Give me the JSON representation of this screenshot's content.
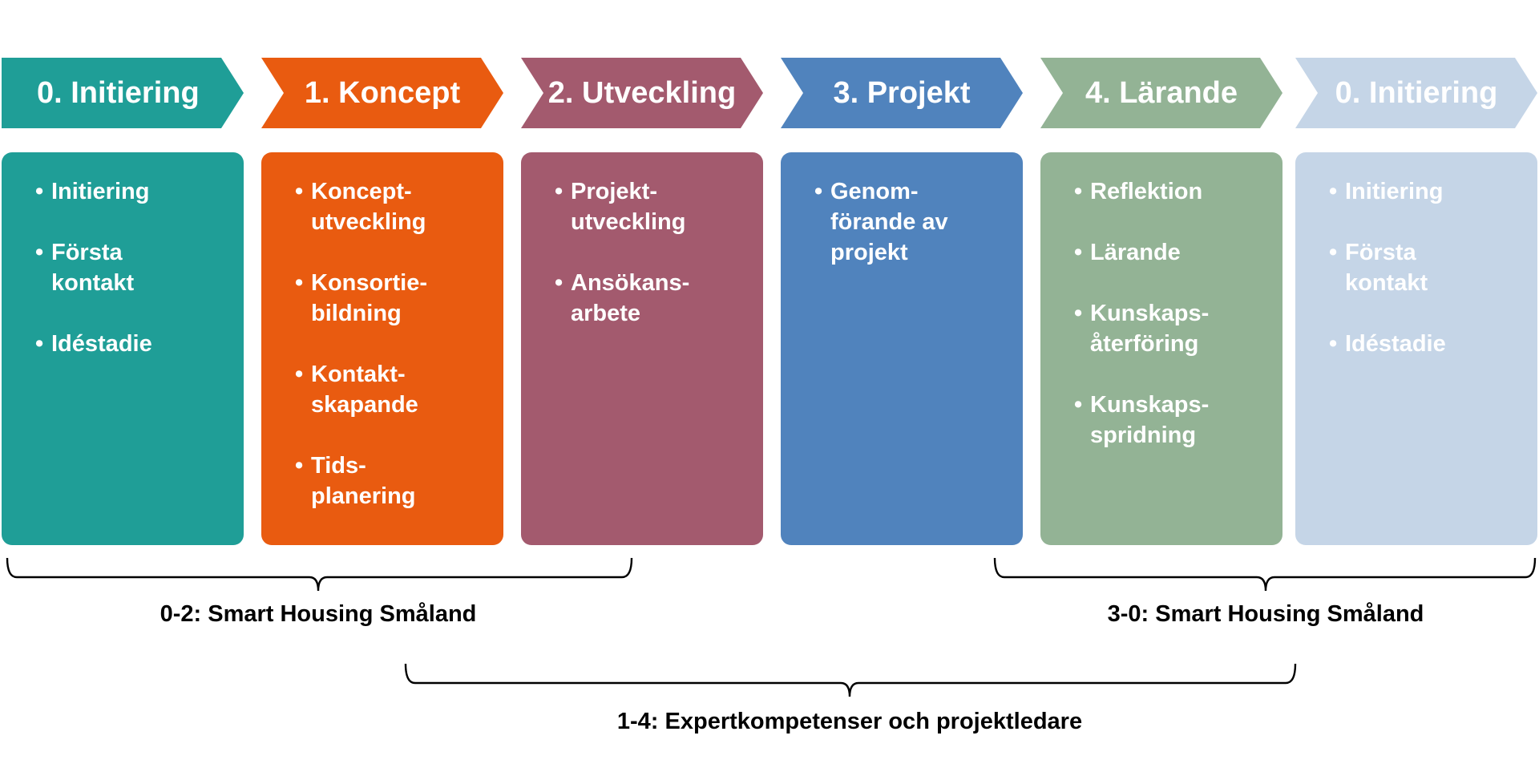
{
  "phases": [
    {
      "title": "0. Initiering",
      "color": "#1f9e97",
      "items": [
        "Initiering",
        "Första\nkontakt",
        "Idéstadie"
      ]
    },
    {
      "title": "1. Koncept",
      "color": "#e95b10",
      "items": [
        "Koncept-\nutveckling",
        "Konsortie-\nbildning",
        "Kontakt-\nskapande",
        "Tids-\nplanering"
      ]
    },
    {
      "title": "2. Utveckling",
      "color": "#a35a6e",
      "items": [
        "Projekt-\nutveckling",
        "Ansökans-\narbete"
      ]
    },
    {
      "title": "3. Projekt",
      "color": "#5083bd",
      "items": [
        "Genom-\nförande av\nprojekt"
      ]
    },
    {
      "title": "4. Lärande",
      "color": "#93b395",
      "items": [
        "Reflektion",
        "Lärande",
        "Kunskaps-\nåterföring",
        "Kunskaps-\nspridning"
      ]
    },
    {
      "title": "0. Initiering",
      "color": "#c5d5e7",
      "items": [
        "Initiering",
        "Första\nkontakt",
        "Idéstadie"
      ]
    }
  ],
  "brackets": [
    {
      "label": "0-2: Smart Housing Småland"
    },
    {
      "label": "3-0: Smart Housing Småland"
    },
    {
      "label": "1-4: Expertkompetenser och projektledare"
    }
  ]
}
